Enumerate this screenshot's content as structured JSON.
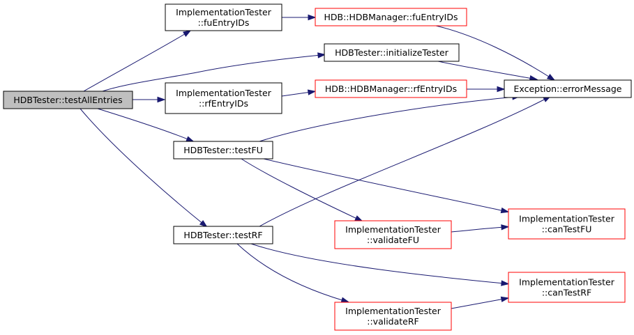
{
  "colors": {
    "edge": "#191970",
    "border_normal": "#000000",
    "border_truncated": "#ff0000",
    "root_fill": "#bfbfbf",
    "node_fill": "#ffffff"
  },
  "nodes": [
    {
      "id": "root",
      "lines": [
        "HDBTester::testAllEntries"
      ],
      "style": "root"
    },
    {
      "id": "fuEntryIDs_it",
      "lines": [
        "ImplementationTester",
        "::fuEntryIDs"
      ],
      "style": "normal"
    },
    {
      "id": "fuEntryIDs_hdb",
      "lines": [
        "HDB::HDBManager::fuEntryIDs"
      ],
      "style": "truncated"
    },
    {
      "id": "initializeTester",
      "lines": [
        "HDBTester::initializeTester"
      ],
      "style": "normal"
    },
    {
      "id": "rfEntryIDs_it",
      "lines": [
        "ImplementationTester",
        "::rfEntryIDs"
      ],
      "style": "normal"
    },
    {
      "id": "rfEntryIDs_hdb",
      "lines": [
        "HDB::HDBManager::rfEntryIDs"
      ],
      "style": "truncated"
    },
    {
      "id": "errorMessage",
      "lines": [
        "Exception::errorMessage"
      ],
      "style": "normal"
    },
    {
      "id": "testFU",
      "lines": [
        "HDBTester::testFU"
      ],
      "style": "normal"
    },
    {
      "id": "testRF",
      "lines": [
        "HDBTester::testRF"
      ],
      "style": "normal"
    },
    {
      "id": "validateFU",
      "lines": [
        "ImplementationTester",
        "::validateFU"
      ],
      "style": "truncated"
    },
    {
      "id": "canTestFU",
      "lines": [
        "ImplementationTester",
        "::canTestFU"
      ],
      "style": "truncated"
    },
    {
      "id": "validateRF",
      "lines": [
        "ImplementationTester",
        "::validateRF"
      ],
      "style": "truncated"
    },
    {
      "id": "canTestRF",
      "lines": [
        "ImplementationTester",
        "::canTestRF"
      ],
      "style": "truncated"
    }
  ],
  "edges": [
    {
      "from": "root",
      "to": "fuEntryIDs_it"
    },
    {
      "from": "root",
      "to": "initializeTester"
    },
    {
      "from": "root",
      "to": "rfEntryIDs_it"
    },
    {
      "from": "root",
      "to": "testFU"
    },
    {
      "from": "root",
      "to": "testRF"
    },
    {
      "from": "fuEntryIDs_it",
      "to": "fuEntryIDs_hdb"
    },
    {
      "from": "fuEntryIDs_hdb",
      "to": "errorMessage"
    },
    {
      "from": "initializeTester",
      "to": "errorMessage"
    },
    {
      "from": "rfEntryIDs_it",
      "to": "rfEntryIDs_hdb"
    },
    {
      "from": "rfEntryIDs_hdb",
      "to": "errorMessage"
    },
    {
      "from": "testFU",
      "to": "errorMessage"
    },
    {
      "from": "testFU",
      "to": "validateFU"
    },
    {
      "from": "testFU",
      "to": "canTestFU"
    },
    {
      "from": "testRF",
      "to": "errorMessage"
    },
    {
      "from": "testRF",
      "to": "validateRF"
    },
    {
      "from": "testRF",
      "to": "canTestRF"
    },
    {
      "from": "validateFU",
      "to": "canTestFU"
    },
    {
      "from": "validateRF",
      "to": "canTestRF"
    }
  ]
}
